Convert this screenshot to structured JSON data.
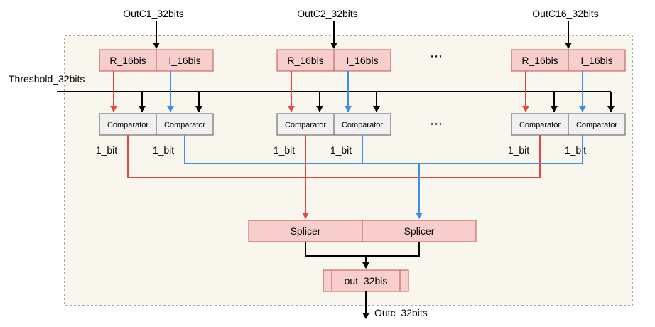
{
  "inputs": {
    "c1": "OutC1_32bits",
    "c2": "OutC2_32bits",
    "c16": "OutC16_32bits",
    "threshold": "Threshold_32bits"
  },
  "channel_boxes": {
    "real": "R_16bis",
    "imag": "I_16bis"
  },
  "comparator_label": "Comparator",
  "bit_label": "1_bit",
  "ellipsis": "⋯",
  "splicer_label": "Splicer",
  "out_box_label": "out_32bis",
  "output_label": "Outc_32bits",
  "colors": {
    "red_path": "#e84545",
    "blue_path": "#3d8ee6",
    "black_path": "#000000",
    "pink_fill": "#f8cecc",
    "pink_stroke": "#b85450",
    "gray_fill": "#f0f0f0",
    "panel_fill": "#f9f7ed"
  }
}
